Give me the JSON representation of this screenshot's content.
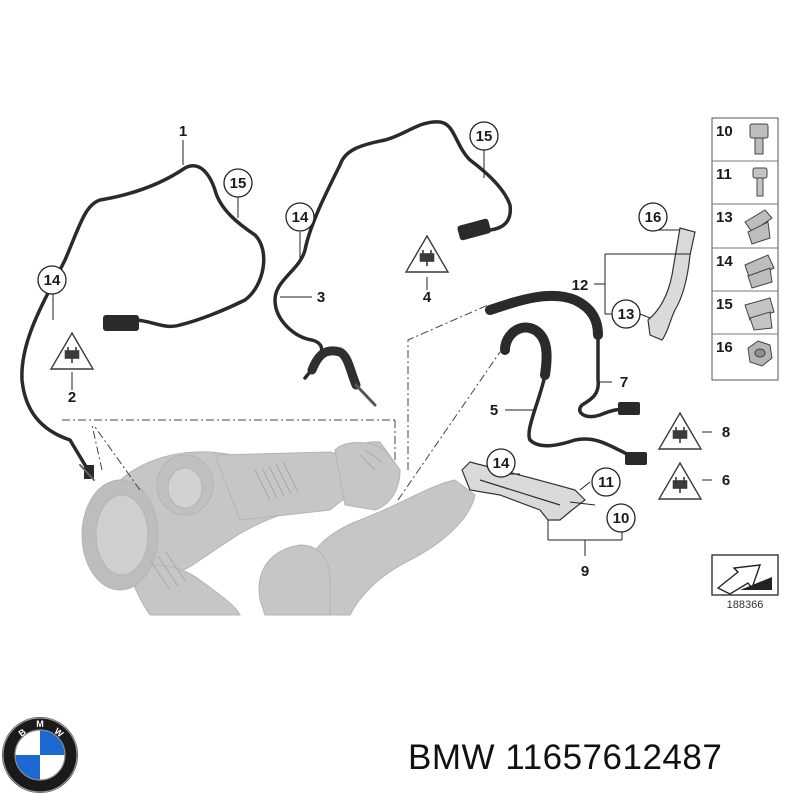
{
  "callouts": {
    "c1": "1",
    "c2": "2",
    "c3": "3",
    "c4": "4",
    "c5": "5",
    "c6": "6",
    "c7": "7",
    "c8": "8",
    "c9": "9",
    "c10": "10",
    "c11": "11",
    "c12": "12",
    "c13": "13",
    "c14a": "14",
    "c14b": "14",
    "c14c": "14",
    "c15a": "15",
    "c15b": "15",
    "c16": "16"
  },
  "legend": {
    "items": [
      "10",
      "11",
      "13",
      "14",
      "15",
      "16"
    ]
  },
  "diagram_id": "188366",
  "caption": {
    "brand": "BMW",
    "part_number": "11657612487"
  },
  "colors": {
    "pipe": "#2a2a2a",
    "engine_grey": "#c4c4c4",
    "line": "#222222",
    "logo_blue": "#1c69d4"
  },
  "icons": {
    "warning": "warning-triangle-plug-icon",
    "logo": "bmw-roundel-logo",
    "sheet": "diagram-sheet-icon"
  }
}
